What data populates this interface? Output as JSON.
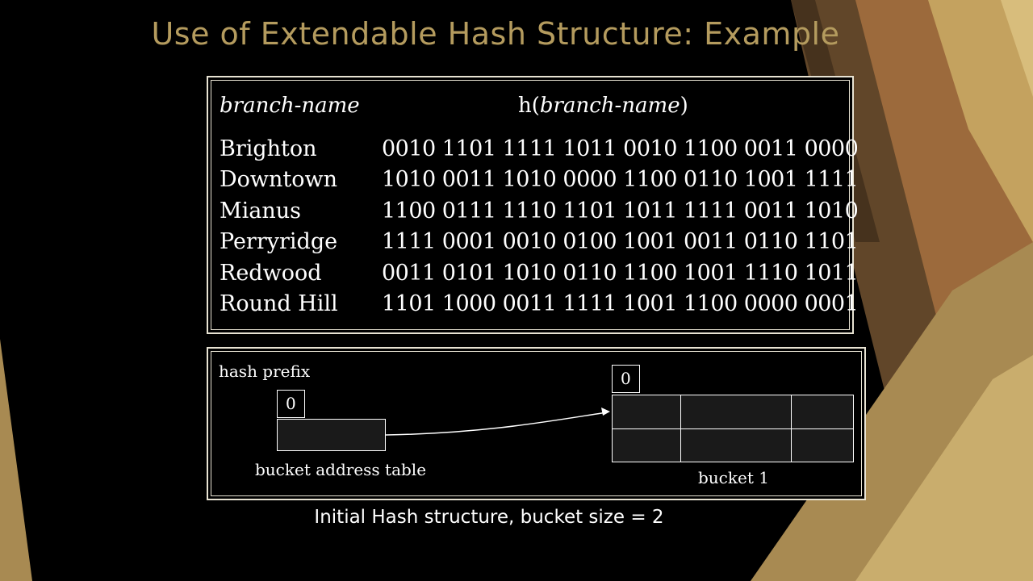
{
  "slide": {
    "title": "Use of Extendable Hash Structure:  Example",
    "title_color": "#b49b5e",
    "caption": "Initial Hash structure, bucket size = 2"
  },
  "table": {
    "col1_header": "branch-name",
    "col2_header_prefix": "h(",
    "col2_header_italic": "branch-name",
    "col2_header_suffix": ")",
    "rows": [
      {
        "name": "Brighton",
        "hash": "0010 1101 1111 1011 0010 1100 0011 0000"
      },
      {
        "name": "Downtown",
        "hash": "1010 0011 1010 0000 1100 0110 1001 1111"
      },
      {
        "name": "Mianus",
        "hash": "1100 0111 1110 1101 1011 1111 0011 1010"
      },
      {
        "name": "Perryridge",
        "hash": "1111 0001 0010 0100 1001 0011 0110 1101"
      },
      {
        "name": "Redwood",
        "hash": "0011 0101 1010 0110 1100 1001 1110 1011"
      },
      {
        "name": "Round Hill",
        "hash": "1101 1000 0011 1111 1001 1100 0000 0001"
      }
    ]
  },
  "diagram": {
    "hash_prefix_label": "hash prefix",
    "global_depth": "0",
    "bucket_table_label": "bucket address table",
    "local_depth": "0",
    "bucket_label": "bucket 1"
  }
}
